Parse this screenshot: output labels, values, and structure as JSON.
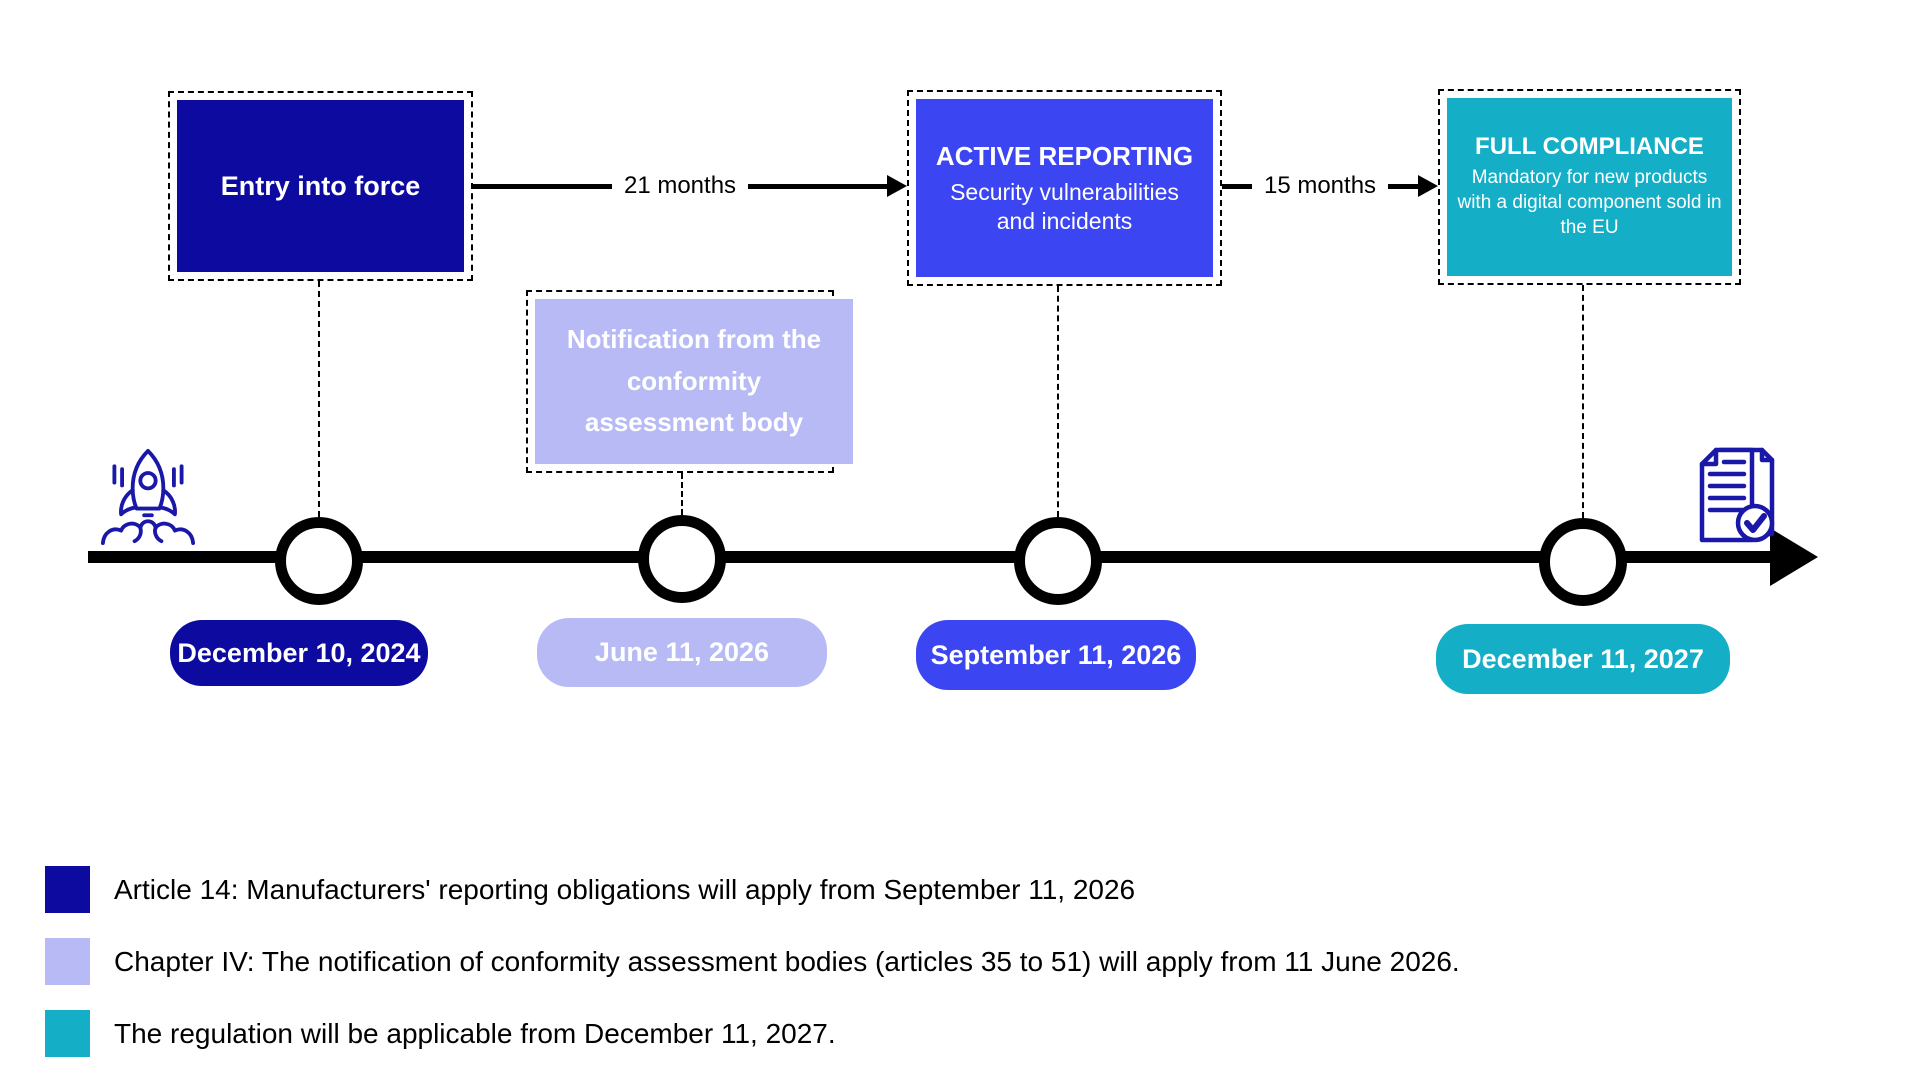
{
  "colors": {
    "navy": "#0D0A9F",
    "bright_blue": "#3B45F1",
    "periwinkle": "#B7BAF4",
    "teal": "#14AEC6",
    "icon_navy": "#1A18A8",
    "axis_black": "#000000"
  },
  "timeline": {
    "milestones": [
      {
        "id": "entry-into-force",
        "title": "Entry into force",
        "subtitle": "",
        "date": "December 10, 2024",
        "color": "#0D0A9F"
      },
      {
        "id": "conformity-notification",
        "title": "Notification from the conformity assessment body",
        "subtitle": "",
        "date": "June 11, 2026",
        "color": "#B7BAF4"
      },
      {
        "id": "active-reporting",
        "title": "ACTIVE REPORTING",
        "subtitle": "Security vulnerabilities and incidents",
        "date": "September 11, 2026",
        "color": "#3B45F1"
      },
      {
        "id": "full-compliance",
        "title": "FULL COMPLIANCE",
        "subtitle": "Mandatory for new products with a digital component sold in the EU",
        "date": "December 11, 2027",
        "color": "#14AEC6"
      }
    ],
    "intervals": [
      {
        "label": "21 months"
      },
      {
        "label": "15 months"
      }
    ],
    "start_icon": "rocket-launch-icon",
    "end_icon": "document-check-icon"
  },
  "legend": [
    {
      "color": "#0D0A9F",
      "text": "Article 14: Manufacturers' reporting obligations will apply from September 11, 2026"
    },
    {
      "color": "#B7BAF4",
      "text": "Chapter IV: The notification of conformity assessment bodies (articles 35 to 51) will apply from 11 June 2026."
    },
    {
      "color": "#14AEC6",
      "text": "The regulation will be applicable from December 11, 2027."
    }
  ]
}
